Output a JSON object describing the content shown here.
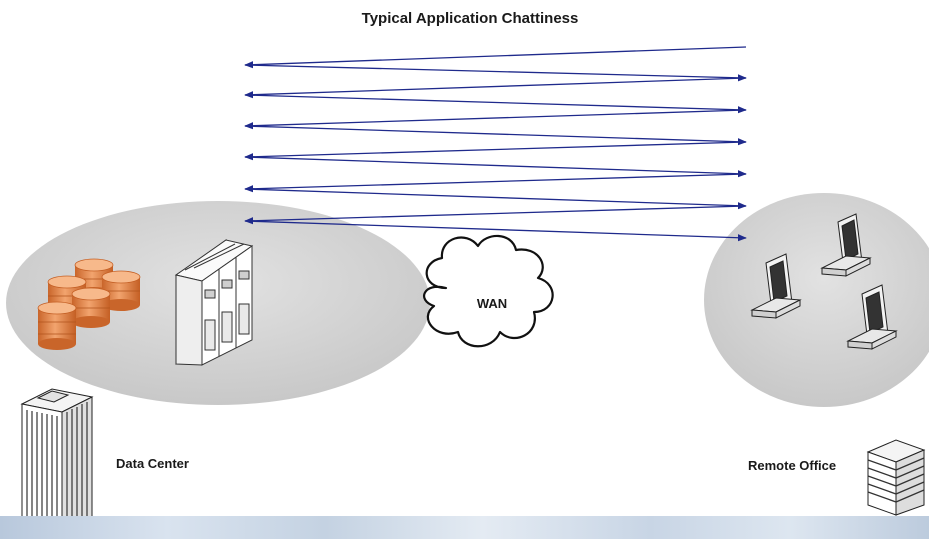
{
  "title": "Typical Application Chattiness",
  "nodes": {
    "data_center": "Data Center",
    "remote_office": "Remote Office",
    "wan": "WAN"
  },
  "colors": {
    "arrow": "#1f2a8c",
    "ellipse": "#d4d4d4",
    "database": "#e48a4e",
    "footer": "#c4d2e2"
  }
}
